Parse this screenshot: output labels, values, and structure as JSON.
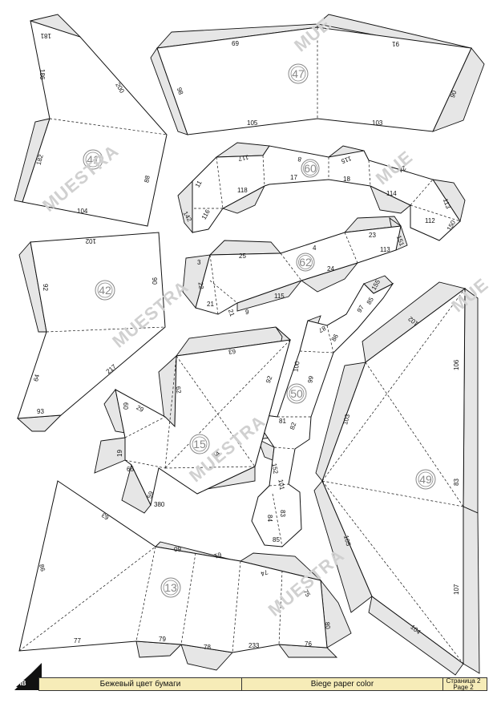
{
  "watermark": {
    "brand": "MUESTRA",
    "brand_short": "MUE"
  },
  "pieces": [
    {
      "id": "piece-41",
      "number": "41",
      "labels": [
        "181",
        "186",
        "200",
        "182",
        "88",
        "104"
      ]
    },
    {
      "id": "piece-47",
      "number": "47",
      "labels": [
        "69",
        "91",
        "98",
        "90",
        "105",
        "103"
      ]
    },
    {
      "id": "piece-60",
      "number": "60",
      "labels": [
        "117",
        "8",
        "115",
        "24",
        "11",
        "118",
        "17",
        "18",
        "114",
        "113",
        "142",
        "116",
        "112",
        "150"
      ]
    },
    {
      "id": "piece-42",
      "number": "42",
      "labels": [
        "102",
        "92",
        "90",
        "217",
        "64",
        "93"
      ]
    },
    {
      "id": "piece-62",
      "number": "62",
      "labels": [
        "25",
        "4",
        "23",
        "151",
        "113",
        "3",
        "22",
        "24",
        "115",
        "21",
        "21",
        "9"
      ]
    },
    {
      "id": "piece-50",
      "number": "50",
      "labels": [
        "155",
        "85",
        "97",
        "87",
        "86",
        "100",
        "99",
        "81",
        "82",
        "152",
        "101",
        "83",
        "84",
        "85"
      ]
    },
    {
      "id": "piece-49",
      "number": "49",
      "labels": [
        "102",
        "106",
        "103",
        "83",
        "105",
        "107",
        "104"
      ]
    },
    {
      "id": "piece-15",
      "number": "15",
      "labels": [
        "63",
        "92",
        "62",
        "60",
        "29",
        "19",
        "65",
        "59",
        "380",
        "64"
      ]
    },
    {
      "id": "piece-13",
      "number": "13",
      "labels": [
        "63",
        "86",
        "60",
        "61",
        "74",
        "75",
        "77",
        "79",
        "78",
        "233",
        "76",
        "80"
      ]
    }
  ],
  "footer": {
    "corner_label": "НВ",
    "color_ru": "Бежевый цвет бумаги",
    "color_en": "Biege paper color",
    "page_ru": "Страница 2",
    "page_en": "Page 2",
    "bar_color": "#f6ecb8"
  }
}
